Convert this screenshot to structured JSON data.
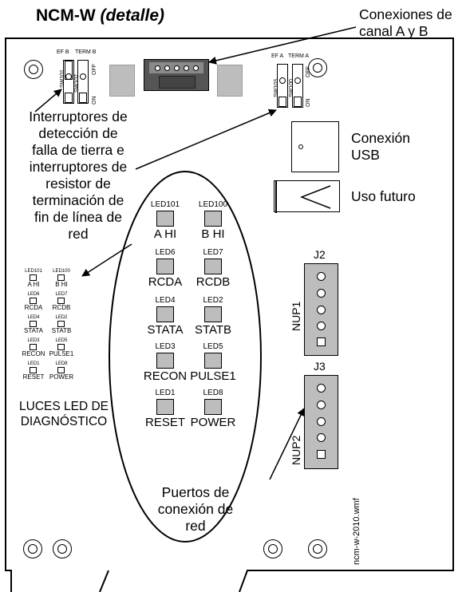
{
  "title": {
    "main": "NCM-W",
    "detail": "(detalle)"
  },
  "callouts": {
    "channel_connections": [
      "Conexiones de",
      "canal A y B"
    ],
    "switches": [
      "Interruptores de",
      "detección de",
      "falla de tierra e",
      "interruptores de",
      "resistor de",
      "terminación de",
      "fin de línea de",
      "red"
    ],
    "usb": [
      "Conexión",
      "USB"
    ],
    "future_use": "Uso futuro",
    "diagnostic_leds": [
      "LUCES LED DE",
      "DIAGNÓSTICO"
    ],
    "network_ports": [
      "Puertos de",
      "conexión de",
      "red"
    ]
  },
  "switch_labels": {
    "ef_b": "EF B",
    "term_b": "TERM B",
    "ef_a": "EF A",
    "term_a": "TERM A",
    "sw101": "SW101",
    "sw102": "SW102",
    "sw103": "SW103",
    "sw100": "SW100",
    "off": "OFF",
    "on": "ON"
  },
  "leds": [
    {
      "id": "LED101",
      "label": "A HI"
    },
    {
      "id": "LED100",
      "label": "B HI"
    },
    {
      "id": "LED6",
      "label": "RCDA"
    },
    {
      "id": "LED7",
      "label": "RCDB"
    },
    {
      "id": "LED4",
      "label": "STATA"
    },
    {
      "id": "LED2",
      "label": "STATB"
    },
    {
      "id": "LED3",
      "label": "RECON"
    },
    {
      "id": "LED5",
      "label": "PULSE1"
    },
    {
      "id": "LED1",
      "label": "RESET"
    },
    {
      "id": "LED8",
      "label": "POWER"
    }
  ],
  "connectors": {
    "j2": "J2",
    "j3": "J3",
    "nup1": "NUP1",
    "nup2": "NUP2"
  },
  "filename": "ncm-w-2010.wmf",
  "colors": {
    "component_gray": "#bdbdbd",
    "terminal_dark": "#666666"
  }
}
